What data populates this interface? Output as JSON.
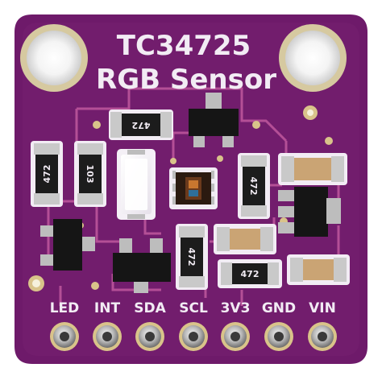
{
  "board": {
    "title": "TC34725",
    "subtitle": "RGB Sensor"
  },
  "pins": {
    "led": "LED",
    "int": "INT",
    "sda": "SDA",
    "scl": "SCL",
    "v3v3": "3V3",
    "gnd": "GND",
    "vin": "VIN"
  },
  "parts": {
    "r_top": "472",
    "r_left": "472",
    "r_left2": "103",
    "r_right": "472",
    "r_bottom": "472",
    "r_bottom_right": "472"
  },
  "colors": {
    "pcb": "#6e1a6a",
    "pcb_dark": "#4d0f4b",
    "trace": "#c0589e",
    "silkscreen": "#f2ecf4",
    "gold": "#d9c38a"
  }
}
